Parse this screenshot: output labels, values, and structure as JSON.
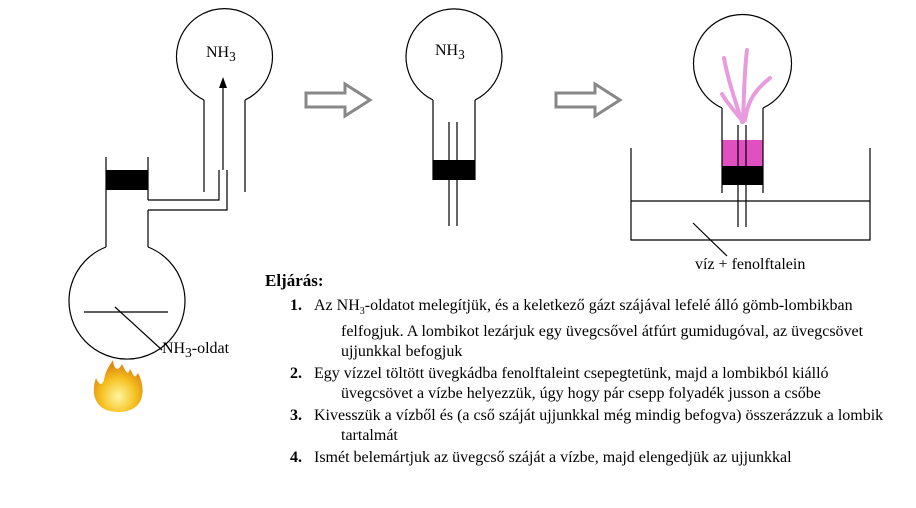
{
  "diagram": {
    "stage1": {
      "gas_label": "NH",
      "gas_sub": "3",
      "solution_label": "NH",
      "solution_sub": "3",
      "solution_suffix": "-oldat"
    },
    "stage2": {
      "gas_label": "NH",
      "gas_sub": "3"
    },
    "stage3": {
      "trough_label": "víz + fenolftalein"
    },
    "colors": {
      "pink": "#e050c0",
      "flame": "#f5c020",
      "arrow": "#888888"
    }
  },
  "procedure": {
    "title": "Eljárás:",
    "steps": [
      {
        "num": "1.",
        "pre": "Az NH",
        "sub": "3",
        "text": "-oldatot melegítjük, és a keletkező gázt szájával lefelé álló gömb-lombikban felfogjuk. A lombikot lezárjuk egy üvegcsővel átfúrt gumidugóval, az üvegcsövet ujjunkkal befogjuk"
      },
      {
        "num": "2.",
        "text": "Egy vízzel töltött üvegkádba fenolftaleint csepegtetünk, majd a lombikból kiálló üvegcsövet a vízbe helyezzük, úgy hogy pár csepp folyadék jusson a csőbe"
      },
      {
        "num": "3.",
        "text": "Kivesszük a vízből és (a cső száját ujjunkkal még mindig befogva) összerázzuk a lombik tartalmát"
      },
      {
        "num": "4.",
        "text": "Ismét belemártjuk az üvegcső száját a vízbe, majd elengedjük az ujjunkkal"
      }
    ]
  }
}
